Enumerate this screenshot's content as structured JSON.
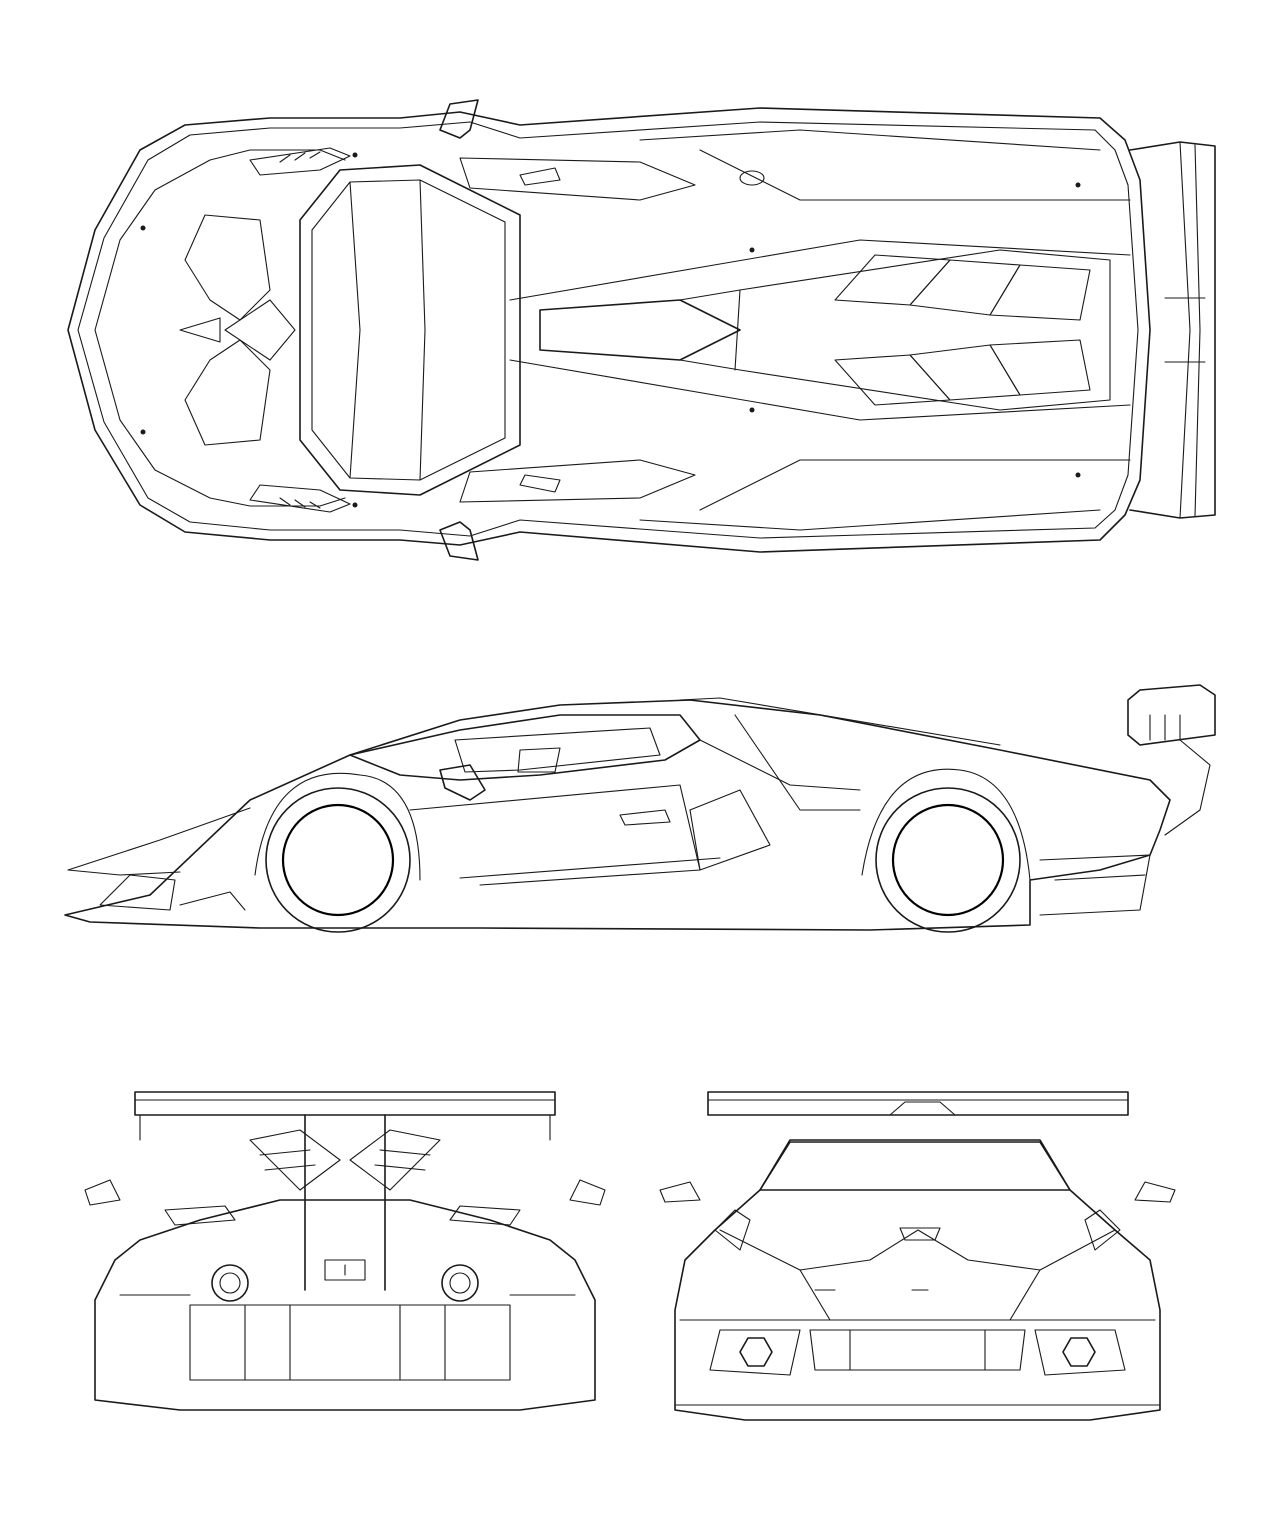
{
  "drawing": {
    "line_color": "#1a1a1a",
    "background": "#ffffff",
    "views": [
      {
        "id": "top",
        "kind": "plan"
      },
      {
        "id": "side",
        "kind": "profile"
      },
      {
        "id": "rear",
        "kind": "rear-elevation"
      },
      {
        "id": "front",
        "kind": "front-elevation"
      }
    ]
  }
}
